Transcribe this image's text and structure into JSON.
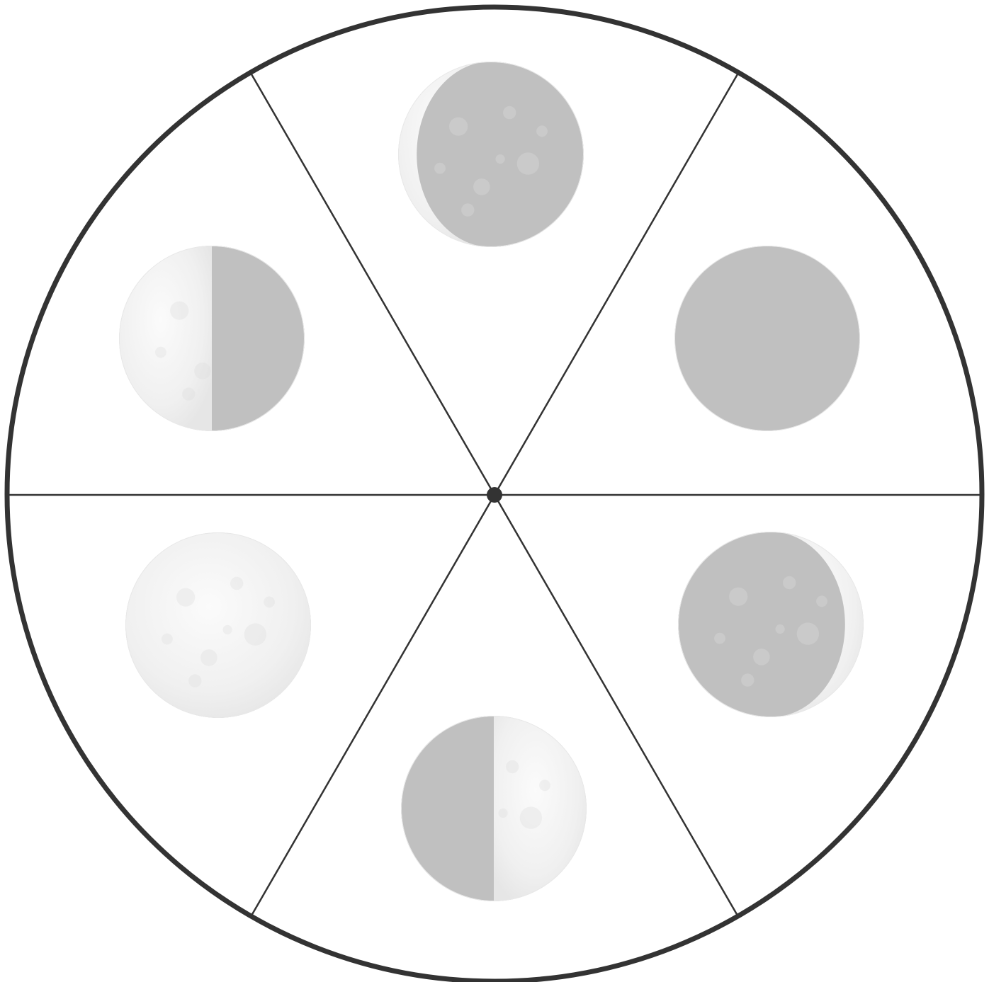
{
  "diagram": {
    "sectors": 6,
    "colors": {
      "outline": "#333333",
      "divider": "#333333",
      "hub": "#333333",
      "background": "#ffffff",
      "moon_dark": "#c0c0c0",
      "moon_lit": "#f2f2f2",
      "moon_lit_shade": "#e6e6e6",
      "moon_terminator": "#d2d2d2",
      "crater": "#dcdcdc"
    },
    "phases": [
      {
        "sector": "top",
        "phase": "waning-crescent",
        "illumination": 0.1,
        "lit_side": "left"
      },
      {
        "sector": "upper-right",
        "phase": "new-moon",
        "illumination": 0.0,
        "lit_side": "none"
      },
      {
        "sector": "lower-right",
        "phase": "waxing-crescent",
        "illumination": 0.1,
        "lit_side": "right"
      },
      {
        "sector": "bottom",
        "phase": "first-quarter",
        "illumination": 0.5,
        "lit_side": "right"
      },
      {
        "sector": "lower-left",
        "phase": "full-moon",
        "illumination": 1.0,
        "lit_side": "both"
      },
      {
        "sector": "upper-left",
        "phase": "third-quarter",
        "illumination": 0.5,
        "lit_side": "left"
      }
    ]
  }
}
